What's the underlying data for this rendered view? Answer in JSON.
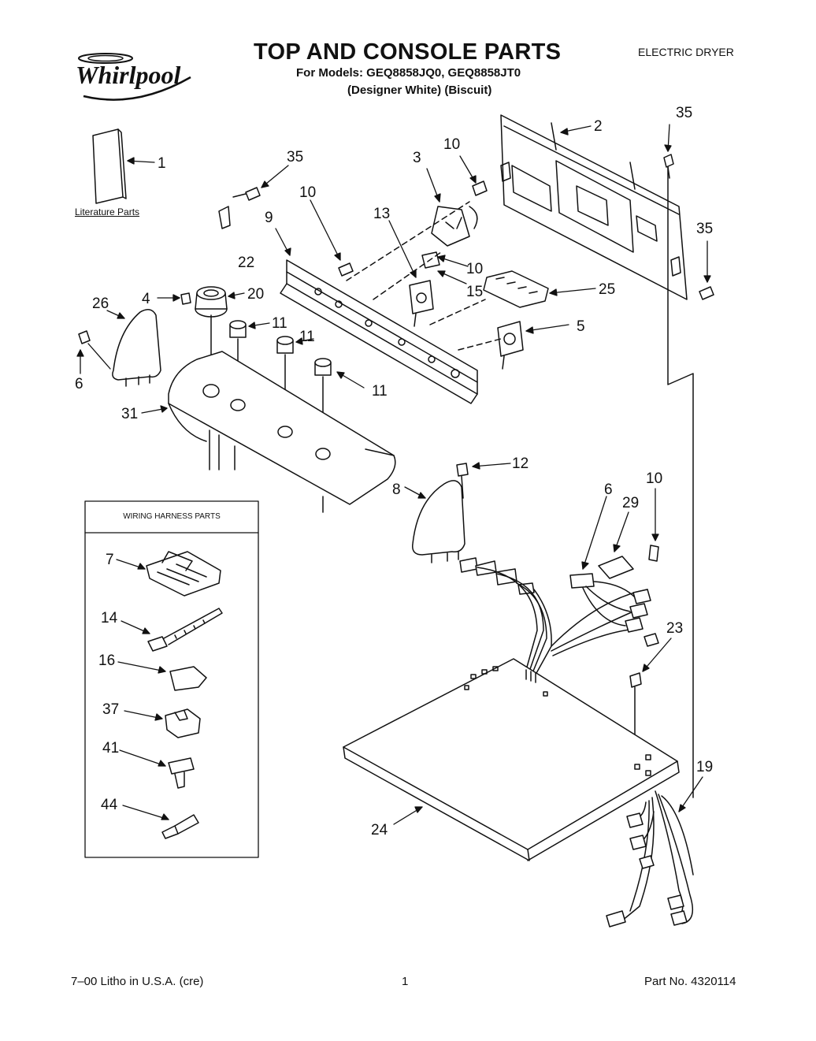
{
  "header": {
    "brand": "Whirlpool",
    "title": "TOP AND CONSOLE PARTS",
    "models": "For Models: GEQ8858JQ0, GEQ8858JT0",
    "colors": "(Designer White)   (Biscuit)",
    "doc_type": "ELECTRIC DRYER"
  },
  "labels": {
    "literature": "Literature Parts",
    "harness_box": "WIRING HARNESS PARTS"
  },
  "callouts": {
    "c1": "1",
    "c2": "2",
    "c3": "3",
    "c4": "4",
    "c5": "5",
    "c6a": "6",
    "c6b": "6",
    "c7": "7",
    "c8": "8",
    "c9": "9",
    "c10a": "10",
    "c10b": "10",
    "c10c": "10",
    "c10d": "10",
    "c11a": "11",
    "c11b": "11",
    "c11c": "11",
    "c12": "12",
    "c13": "13",
    "c14": "14",
    "c15": "15",
    "c16": "16",
    "c19": "19",
    "c20": "20",
    "c22": "22",
    "c23": "23",
    "c24": "24",
    "c25": "25",
    "c26": "26",
    "c29": "29",
    "c31": "31",
    "c35a": "35",
    "c35b": "35",
    "c35c": "35",
    "c37": "37",
    "c41": "41",
    "c44": "44"
  },
  "footer": {
    "left": "7–00 Litho in U.S.A. (cre)",
    "page": "1",
    "part": "Part No. 4320114"
  }
}
